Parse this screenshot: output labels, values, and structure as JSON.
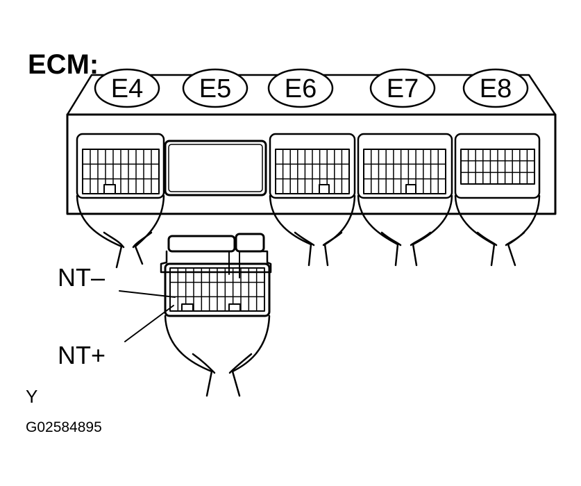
{
  "ecm": {
    "title": "ECM:",
    "connectors": [
      {
        "id": "E4",
        "label": "E4"
      },
      {
        "id": "E5",
        "label": "E5"
      },
      {
        "id": "E6",
        "label": "E6"
      },
      {
        "id": "E7",
        "label": "E7"
      },
      {
        "id": "E8",
        "label": "E8"
      }
    ]
  },
  "harness": {
    "pin_minus": "NT–",
    "pin_plus": "NT+"
  },
  "footer": {
    "wire_color": "Y",
    "figure_code": "G02584895"
  }
}
